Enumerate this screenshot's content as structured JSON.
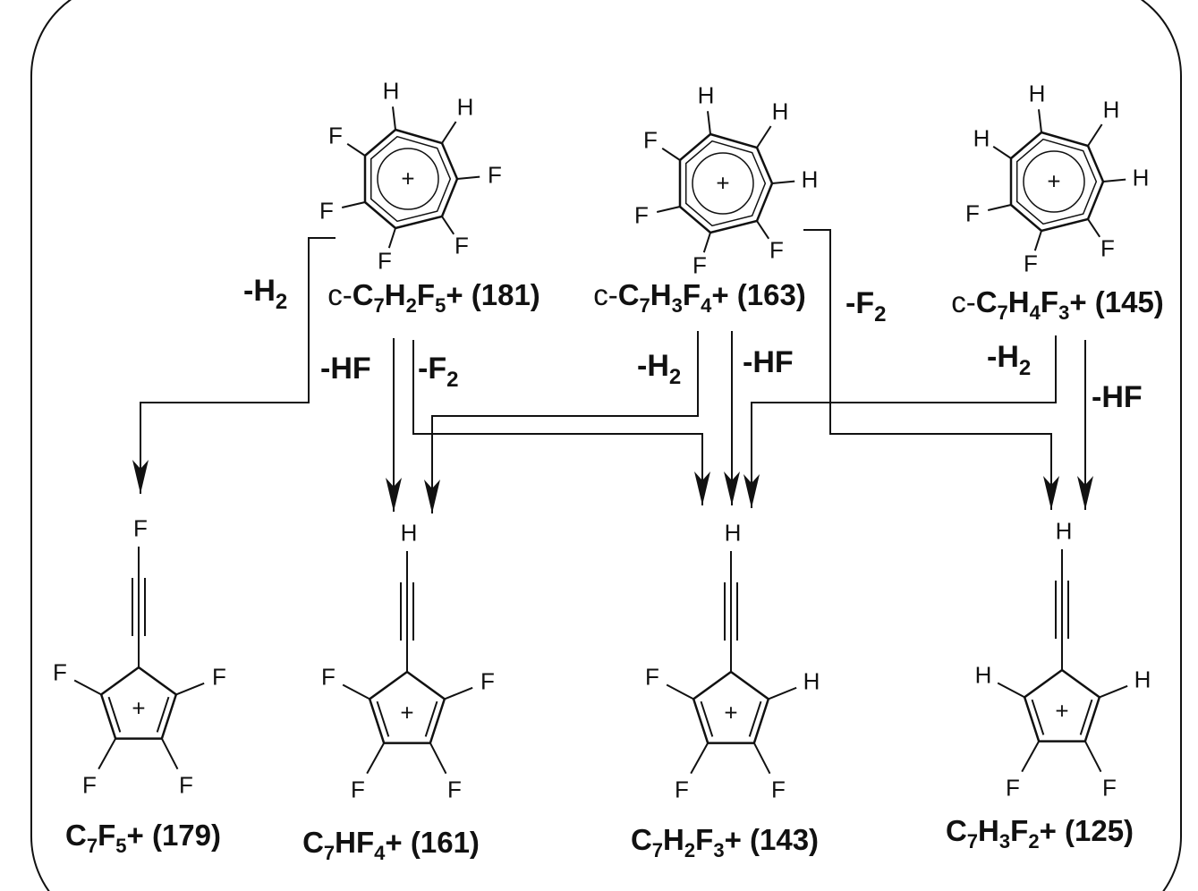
{
  "reactants": [
    {
      "prefix": "c-",
      "formula": [
        "C",
        "7",
        "H",
        "2",
        "F",
        "5",
        "+ (181)"
      ],
      "atoms": [
        "H",
        "H",
        "F",
        "F",
        "F",
        "F",
        "F"
      ]
    },
    {
      "prefix": "c-",
      "formula": [
        "C",
        "7",
        "H",
        "3",
        "F",
        "4",
        "+ (163)"
      ],
      "atoms": [
        "H",
        "H",
        "F",
        "H",
        "F",
        "F",
        "F"
      ]
    },
    {
      "prefix": "c-",
      "formula": [
        "C",
        "7",
        "H",
        "4",
        "F",
        "3",
        "+ (145)"
      ],
      "atoms": [
        "H",
        "H",
        "H",
        "H",
        "F",
        "F",
        "F"
      ]
    }
  ],
  "products": [
    {
      "formula": [
        "C",
        "7",
        "F",
        "5",
        "+ (179)"
      ],
      "atoms": [
        "F",
        "F",
        "F",
        "F",
        "F"
      ]
    },
    {
      "formula": [
        "C",
        "7",
        "HF",
        "4",
        "+ (161)"
      ],
      "atoms": [
        "H",
        "F",
        "F",
        "F",
        "F"
      ]
    },
    {
      "formula": [
        "C",
        "7",
        "H",
        "2",
        "F",
        "3",
        "+ (143)"
      ],
      "atoms": [
        "H",
        "F",
        "H",
        "F",
        "F"
      ]
    },
    {
      "formula": [
        "C",
        "7",
        "H",
        "3",
        "F",
        "2",
        "+ (125)"
      ],
      "atoms": [
        "H",
        "H",
        "H",
        "F",
        "F"
      ]
    }
  ],
  "steps": [
    {
      "label": "-H",
      "sub": "2"
    },
    {
      "label": "-HF",
      "sub": ""
    },
    {
      "label": "-F",
      "sub": "2"
    },
    {
      "label": "-H",
      "sub": "2"
    },
    {
      "label": "-HF",
      "sub": ""
    },
    {
      "label": "-F",
      "sub": "2"
    },
    {
      "label": "-H",
      "sub": "2"
    },
    {
      "label": "-HF",
      "sub": ""
    }
  ],
  "charge": "+"
}
